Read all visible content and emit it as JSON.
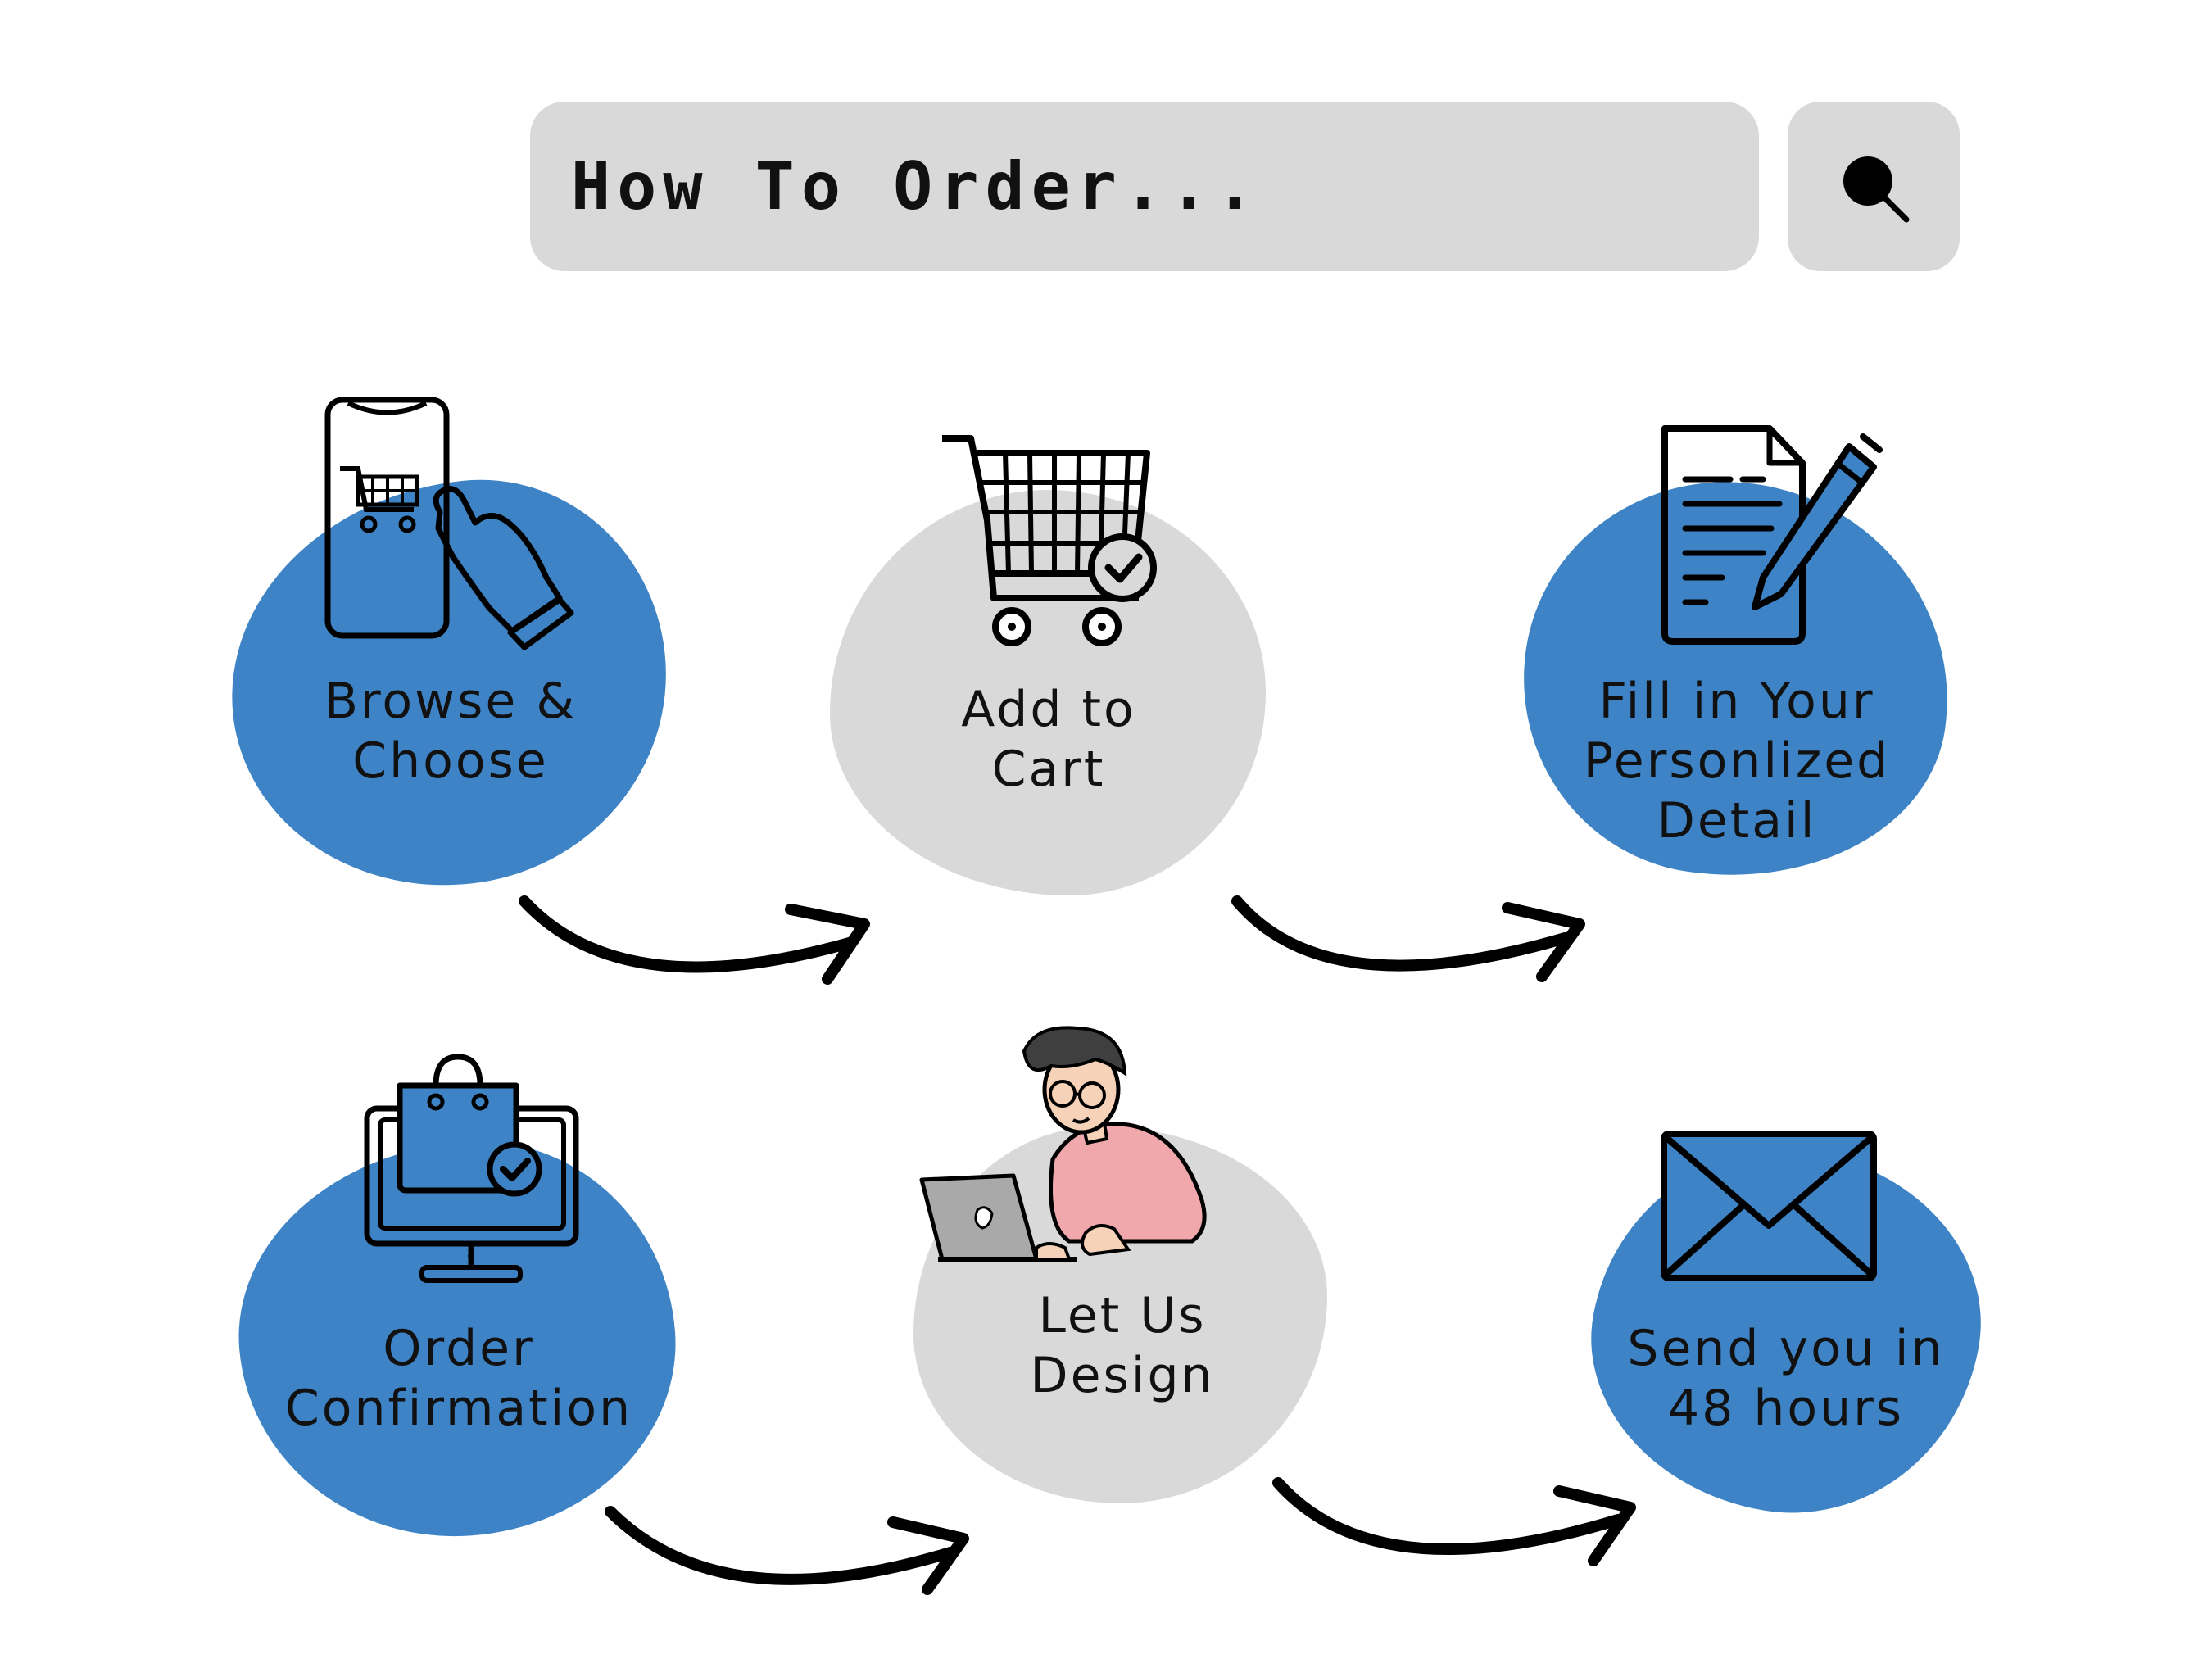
{
  "search": {
    "text": "How To Order...",
    "icon": "search-icon"
  },
  "steps": [
    {
      "label": "Browse &\nChoose",
      "icon": "phone-cart-tap-icon",
      "color": "#3d83c5"
    },
    {
      "label": "Add to\nCart",
      "icon": "shopping-cart-check-icon",
      "color": "#d9d9d9"
    },
    {
      "label": "Fill in Your\nPersonlized\nDetail",
      "icon": "document-pen-icon",
      "color": "#3d83c5"
    },
    {
      "label": "Order\nConfirmation",
      "icon": "monitor-bag-check-icon",
      "color": "#3d83c5"
    },
    {
      "label": "Let Us\nDesign",
      "icon": "designer-laptop-illustration",
      "color": "#d9d9d9"
    },
    {
      "label": "Send you in\n48 hours",
      "icon": "envelope-icon",
      "color": "#3d83c5"
    }
  ],
  "colors": {
    "blue": "#3d83c5",
    "grey": "#d9d9d9",
    "ink": "#111111",
    "skin": "#f6d2b8",
    "shirt": "#f0a8ac"
  }
}
